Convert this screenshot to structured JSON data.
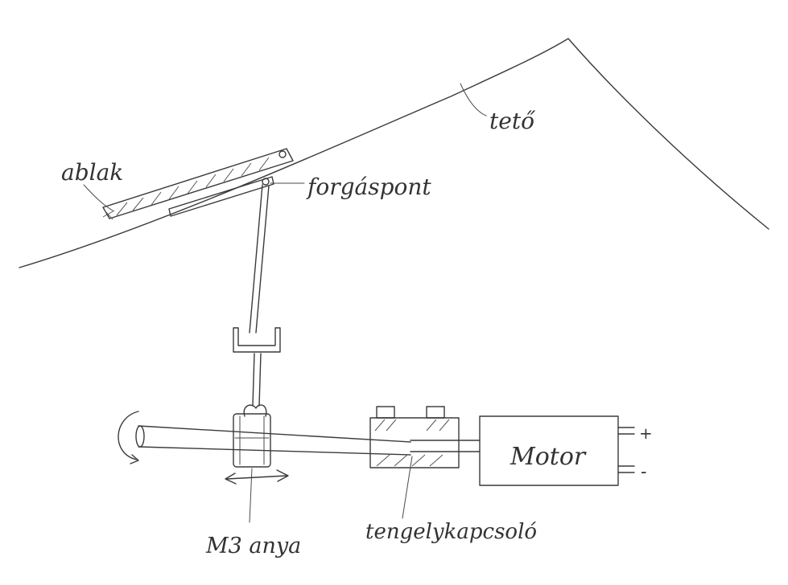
{
  "labels": {
    "roof": "tető",
    "window": "ablak",
    "pivot": "forgáspont",
    "motor": "Motor",
    "nut": "M3 anya",
    "coupling": "tengelykapcsoló",
    "plus": "+",
    "minus": "-"
  },
  "colors": {
    "ink": "#3a3a3a",
    "paper": "#ffffff"
  }
}
